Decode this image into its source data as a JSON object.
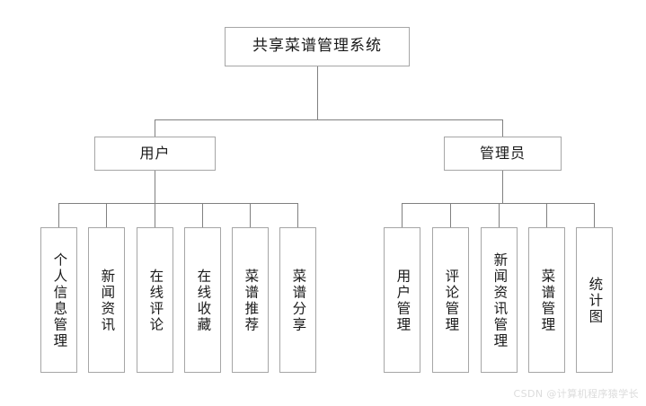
{
  "diagram": {
    "type": "tree",
    "title": "共享菜谱管理系统",
    "root": {
      "label": "共享菜谱管理系统"
    },
    "branches": [
      {
        "label": "用户",
        "children": [
          "个人信息管理",
          "新闻资讯",
          "在线评论",
          "在线收藏",
          "菜谱推荐",
          "菜谱分享"
        ]
      },
      {
        "label": "管理员",
        "children": [
          "用户管理",
          "评论管理",
          "新闻资讯管理",
          "菜谱管理",
          "统计图"
        ]
      }
    ],
    "colors": {
      "box_border": "#a6a6a6",
      "line": "#808080",
      "text": "#1a1a1a",
      "background": "#ffffff",
      "watermark": "#dcdcdc"
    }
  },
  "watermark": {
    "text": "CSDN @计算机程序猿学长"
  }
}
